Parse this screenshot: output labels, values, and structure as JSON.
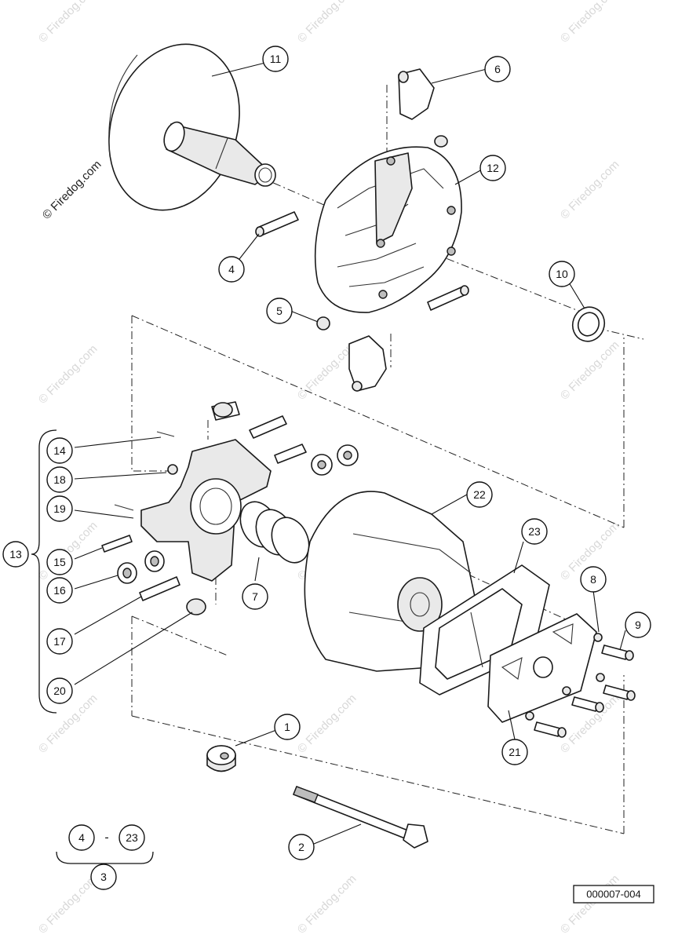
{
  "diagram": {
    "figure_number": "000007-004",
    "watermark_text": "© Firedog.com",
    "callouts": [
      "1",
      "2",
      "3",
      "4",
      "5",
      "6",
      "7",
      "8",
      "9",
      "10",
      "11",
      "12",
      "13",
      "14",
      "15",
      "16",
      "17",
      "18",
      "19",
      "20",
      "21",
      "22",
      "23"
    ],
    "assembly_range": {
      "from": "4",
      "separator": "-",
      "to": "23",
      "assembly": "3"
    }
  }
}
